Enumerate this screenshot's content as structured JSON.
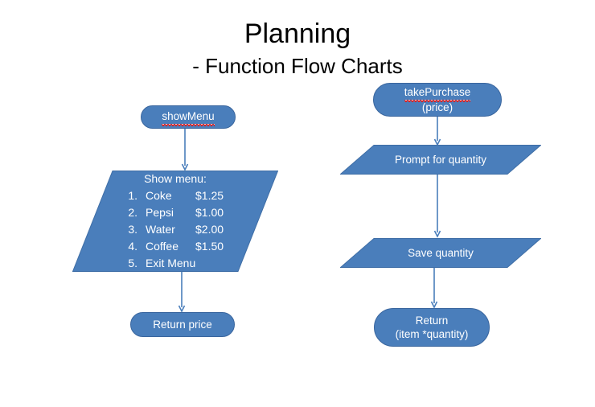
{
  "slide": {
    "title": "Planning",
    "subtitle": "- Function Flow Charts",
    "background_color": "#ffffff"
  },
  "theme": {
    "shape_fill": "#4a7ebb",
    "shape_border": "#3a669e",
    "shape_text": "#ffffff",
    "connector_color": "#4a7ebb",
    "title_color": "#000000",
    "spellcheck_underline": "#e02020"
  },
  "flowcharts": [
    {
      "name": "showMenu",
      "nodes": {
        "start": {
          "shape": "terminator",
          "label": "showMenu",
          "misspelled": true
        },
        "process": {
          "shape": "parallelogram",
          "heading": "Show menu:",
          "items": [
            {
              "number": "1.",
              "name": "Coke",
              "price": "$1.25"
            },
            {
              "number": "2.",
              "name": "Pepsi",
              "price": "$1.00"
            },
            {
              "number": "3.",
              "name": "Water",
              "price": "$2.00"
            },
            {
              "number": "4.",
              "name": "Coffee",
              "price": "$1.50"
            }
          ],
          "last_item": {
            "number": "5.",
            "name": "Exit Menu"
          }
        },
        "end": {
          "shape": "terminator",
          "label": "Return price"
        }
      }
    },
    {
      "name": "takePurchase",
      "nodes": {
        "start": {
          "shape": "terminator",
          "label_line1": "takePurchase",
          "label_line2": "(price)",
          "misspelled": true
        },
        "prompt": {
          "shape": "parallelogram",
          "label": "Prompt for quantity"
        },
        "save": {
          "shape": "parallelogram",
          "label": "Save quantity"
        },
        "end": {
          "shape": "terminator",
          "label_line1": "Return",
          "label_line2": "(item *quantity)"
        }
      }
    }
  ]
}
